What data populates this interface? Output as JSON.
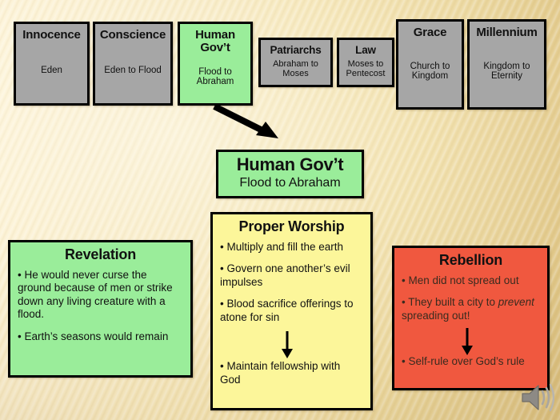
{
  "slide": {
    "background_color": "#f0e0b0",
    "accent_green": "#9aed9a",
    "accent_yellow": "#fcf69a",
    "accent_red": "#f0583f",
    "accent_grey": "#a6a6a6"
  },
  "timeline": {
    "eras": [
      {
        "title": "Innocence",
        "sub": "Eden",
        "color": "#a6a6a6",
        "highlighted": false
      },
      {
        "title": "Conscience",
        "sub": "Eden to Flood",
        "color": "#a6a6a6",
        "highlighted": false
      },
      {
        "title": "Human\nGov’t",
        "sub": "Flood to\nAbraham",
        "color": "#9aed9a",
        "highlighted": true
      },
      {
        "title": "Patriarchs",
        "sub": "Abraham to\nMoses",
        "color": "#a6a6a6",
        "highlighted": false
      },
      {
        "title": "Law",
        "sub": "Moses to\nPentecost",
        "color": "#a6a6a6",
        "highlighted": false
      },
      {
        "title": "Grace",
        "sub": "Church to\nKingdom",
        "color": "#a6a6a6",
        "highlighted": false
      },
      {
        "title": "Millennium",
        "sub": "Kingdom to\nEternity",
        "color": "#a6a6a6",
        "highlighted": false
      }
    ]
  },
  "headline": {
    "title": "Human Gov’t",
    "subtitle": "Flood to Abraham"
  },
  "panels": {
    "revelation": {
      "title": "Revelation",
      "bullets": [
        "• He would never curse the ground because of men or strike down any living creature with a flood.",
        "• Earth’s seasons would remain"
      ]
    },
    "proper_worship": {
      "title": "Proper Worship",
      "bullets_a": [
        "• Multiply and fill the earth",
        "• Govern one another’s evil impulses",
        "• Blood sacrifice offerings to atone for sin"
      ],
      "bullets_b": [
        "• Maintain fellowship with God"
      ]
    },
    "rebellion": {
      "title": "Rebellion",
      "bullets_a_0": "• Men did not spread out",
      "bullets_a_1_pre": "• They built a city to ",
      "bullets_a_1_em": "prevent",
      "bullets_a_1_post": " spreading out!",
      "bullets_b": [
        "• Self-rule over God’s rule"
      ]
    }
  },
  "icons": {
    "speaker": "speaker-icon",
    "arrow_timeline": "arrow-down-right-icon",
    "arrow_worship": "arrow-down-icon",
    "arrow_rebellion": "arrow-down-icon"
  }
}
